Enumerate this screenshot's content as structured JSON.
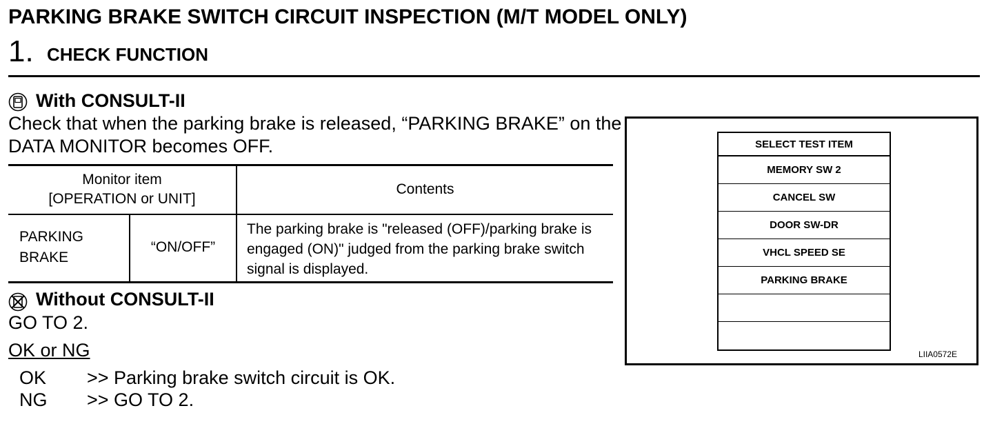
{
  "page": {
    "title": "PARKING BRAKE SWITCH CIRCUIT INSPECTION (M/T MODEL ONLY)",
    "step_number": "1.",
    "step_title": "CHECK FUNCTION"
  },
  "with_consult": {
    "icon": "consult-icon",
    "heading": "With CONSULT-II",
    "text": "Check that when the parking brake is released, “PARKING BRAKE” on the DATA MONITOR becomes OFF."
  },
  "table": {
    "header_monitor_line1": "Monitor item",
    "header_monitor_line2": "[OPERATION or UNIT]",
    "header_contents": "Contents",
    "rows": [
      {
        "item_line1": "PARKING",
        "item_line2": "BRAKE",
        "value": "“ON/OFF”",
        "contents": "The parking brake is \"released (OFF)/parking brake is engaged (ON)\" judged from the parking brake switch signal is displayed."
      }
    ]
  },
  "without_consult": {
    "icon": "no-consult-icon",
    "heading": "Without CONSULT-II",
    "text": "GO TO 2."
  },
  "results": {
    "heading": "OK or NG",
    "ok_label": "OK",
    "ok_text": ">> Parking brake switch circuit is OK.",
    "ng_label": "NG",
    "ng_text": ">> GO TO 2."
  },
  "figure": {
    "list_header": "SELECT TEST ITEM",
    "items": [
      "MEMORY SW 2",
      "CANCEL SW",
      "DOOR SW-DR",
      "VHCL SPEED SE",
      "PARKING BRAKE",
      "",
      ""
    ],
    "figure_id": "LIIA0572E"
  }
}
